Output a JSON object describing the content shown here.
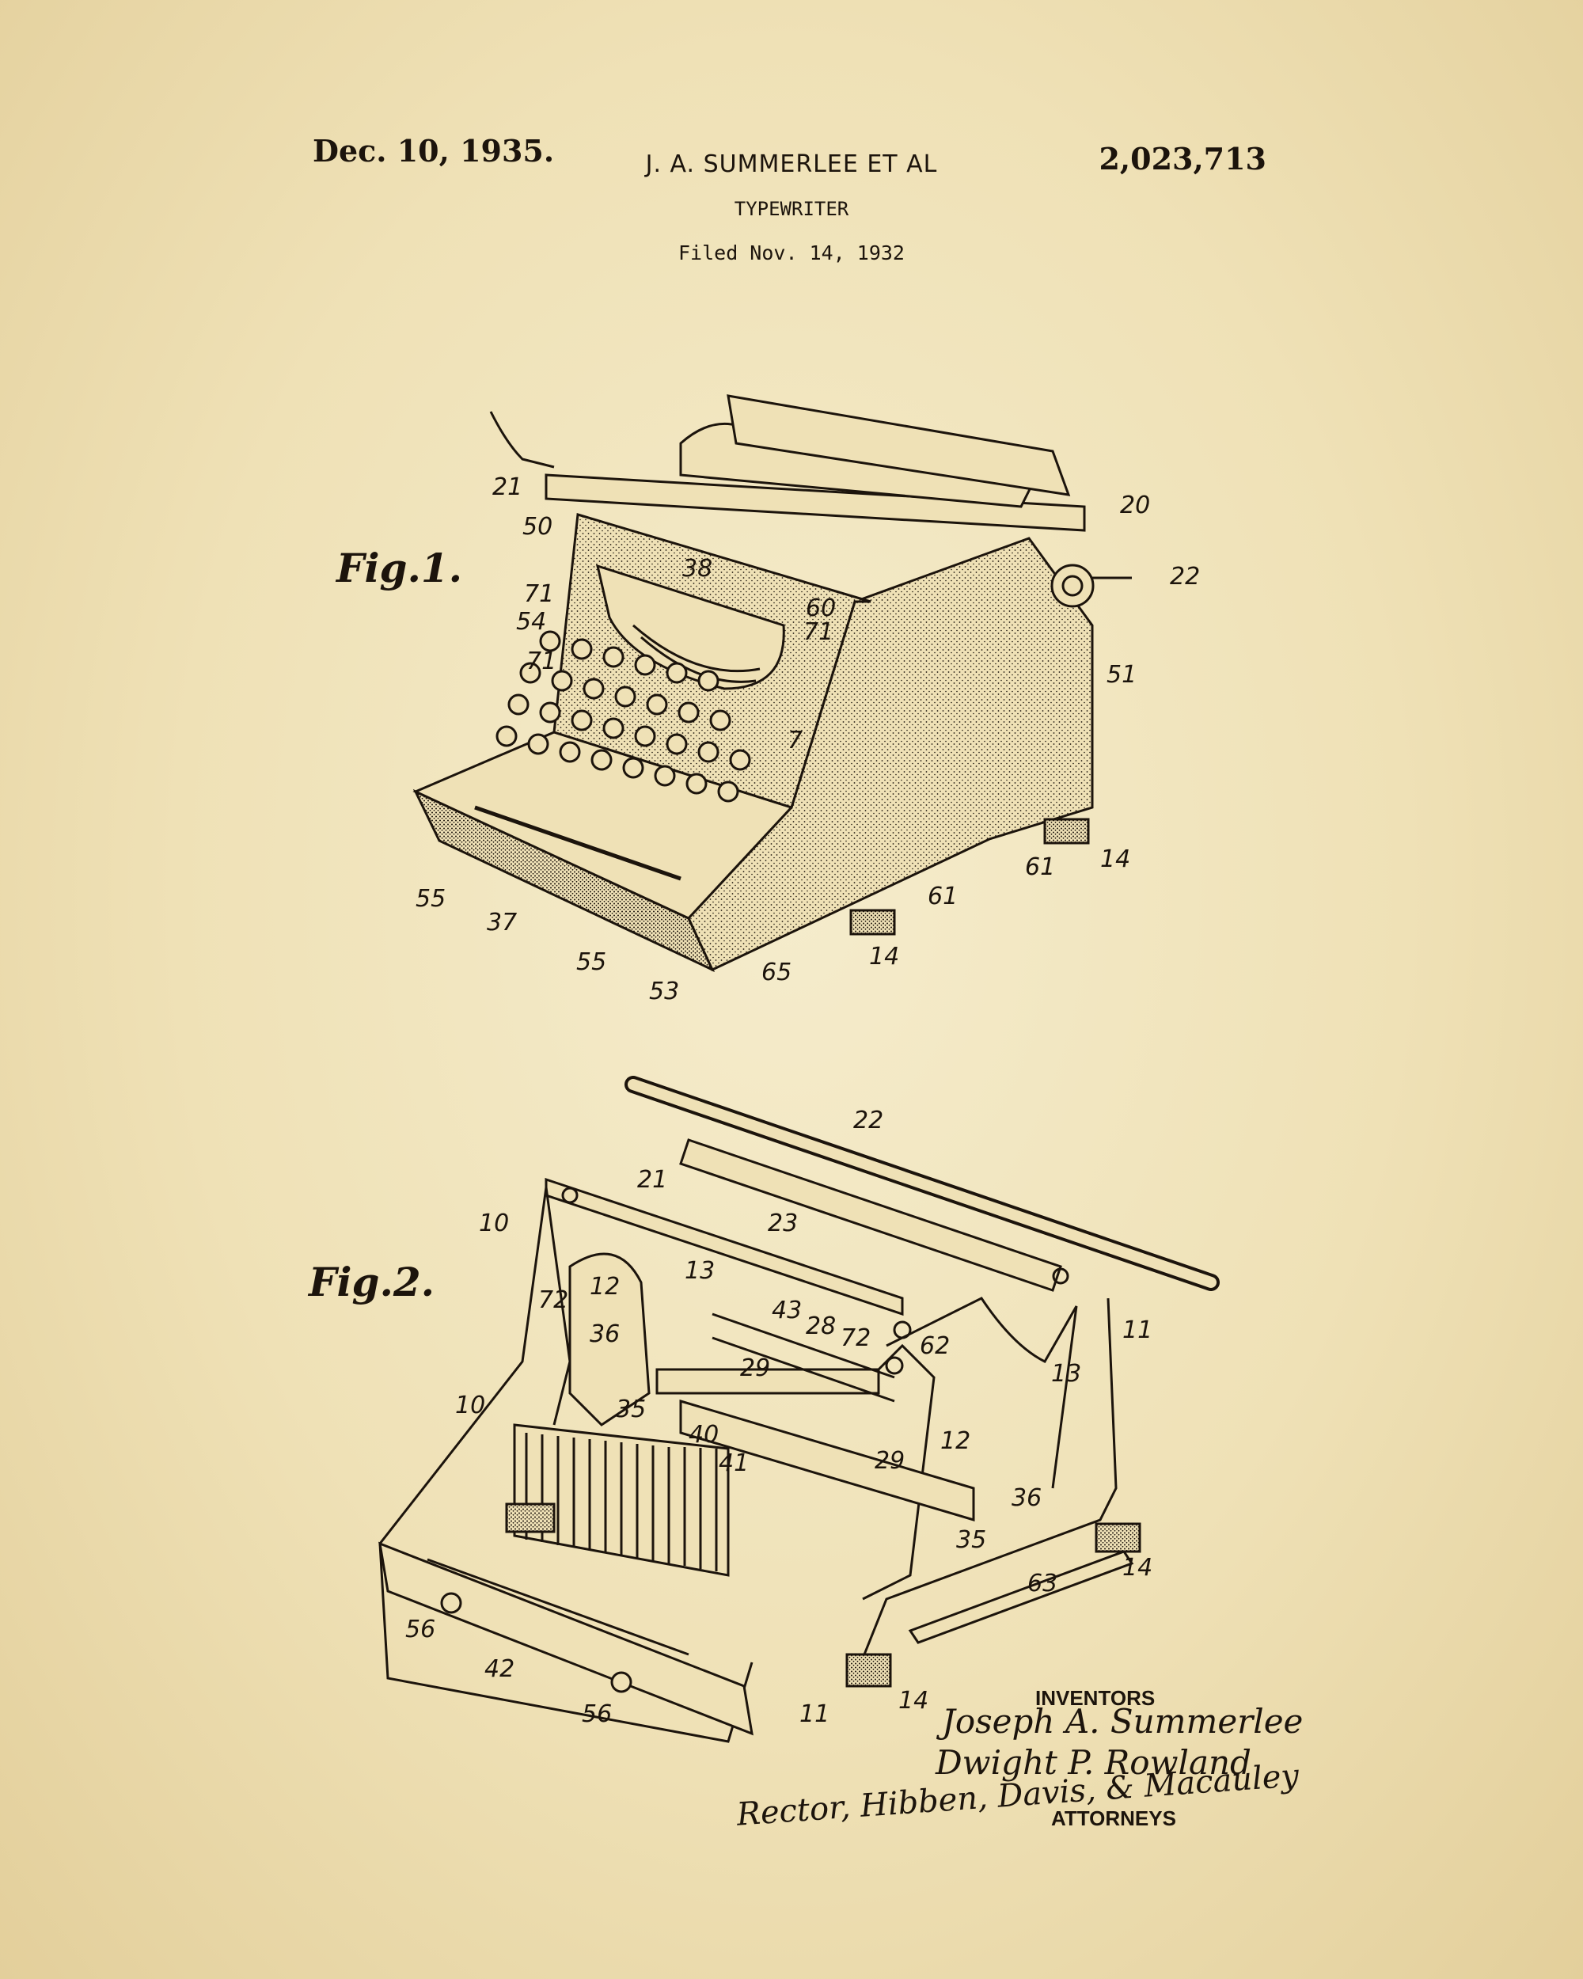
{
  "header": {
    "date": "Dec. 10, 1935.",
    "inventors": "J. A. SUMMERLEE ET AL",
    "patent_number": "2,023,713",
    "title": "TYPEWRITER",
    "filed": "Filed Nov. 14, 1932"
  },
  "figures": {
    "fig1_label": "Fig.1.",
    "fig2_label": "Fig.2."
  },
  "fig1_refs": [
    "21",
    "20",
    "50",
    "22",
    "71",
    "38",
    "54",
    "60",
    "71",
    "71",
    "51",
    "7",
    "55",
    "37",
    "55",
    "53",
    "65",
    "14",
    "61",
    "61",
    "14"
  ],
  "fig2_refs": [
    "22",
    "21",
    "10",
    "23",
    "13",
    "72",
    "12",
    "43",
    "28",
    "72",
    "62",
    "11",
    "36",
    "29",
    "13",
    "10",
    "35",
    "40",
    "12",
    "29",
    "41",
    "36",
    "35",
    "14",
    "63",
    "56",
    "42",
    "56",
    "11",
    "14"
  ],
  "signatures": {
    "inventors_label": "INVENTORS",
    "inventor_1": "Joseph A. Summerlee",
    "inventor_2": "Dwight P. Rowland",
    "attorneys_sig": "Rector, Hibben, Davis, & Macauley",
    "attorneys_label": "ATTORNEYS"
  },
  "colors": {
    "paper": "#efe1b6",
    "ink": "#1c140c"
  }
}
